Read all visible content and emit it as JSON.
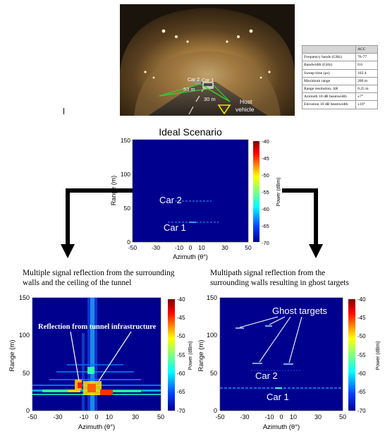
{
  "photo": {
    "car2_label": "Car 2",
    "car1_label": "Car 1",
    "dist_53": "53 m",
    "dist_30": "30 m",
    "host_line1": "Host",
    "host_line2": "vehicle"
  },
  "spec_table": {
    "header": [
      "",
      "ACC"
    ],
    "rows": [
      [
        "Frequency bands (GHz)",
        "76-77"
      ],
      [
        "Bandwidth (GHz)",
        "0.6"
      ],
      [
        "Sweep time (μs)",
        "102.4"
      ],
      [
        "Maximum range",
        "200 m"
      ],
      [
        "Range resolution, ΔR",
        "0.25 m"
      ],
      [
        "Azimuth 10 dB beamwidth",
        "±7°"
      ],
      [
        "Elevation 10 dB beamwidth",
        "±10°"
      ]
    ]
  },
  "ideal_plot": {
    "title": "Ideal Scenario",
    "xlabel": "Azimuth (θ°)",
    "ylabel": "Range (m)",
    "colorbar_label": "Power (dBm)",
    "car2_label": "Car 2",
    "car1_label": "Car 1"
  },
  "left_caption": [
    "Multiple signal reflection from the surrounding",
    "walls and the ceiling of the tunnel"
  ],
  "right_caption": [
    "Multipath signal reflection from the",
    "surrounding walls resulting in ghost targets"
  ],
  "left_plot": {
    "xlabel": "Azimuth (θ°)",
    "ylabel": "Range (m)",
    "colorbar_label": "Power (dBm)",
    "annotation": "Reflection from tunnel infrastructure"
  },
  "right_plot": {
    "xlabel": "Azimuth (θ°)",
    "ylabel": "Range (m)",
    "colorbar_label": "Power (dBm)",
    "annotation": "Ghost targets",
    "car2_label": "Car 2",
    "car1_label": "Car 1"
  },
  "axes": {
    "x_ticks": [
      "-50",
      "-30",
      "-10",
      "0",
      "10",
      "30",
      "50"
    ],
    "y_ticks": [
      "0",
      "50",
      "100",
      "150"
    ],
    "colorbar_ticks": [
      "-40",
      "-45",
      "-50",
      "-55",
      "-60",
      "-65",
      "-70"
    ]
  },
  "colors": {
    "plot_background": "#00008f",
    "arrow": "#000000",
    "annotation_line": "#ffffff"
  }
}
